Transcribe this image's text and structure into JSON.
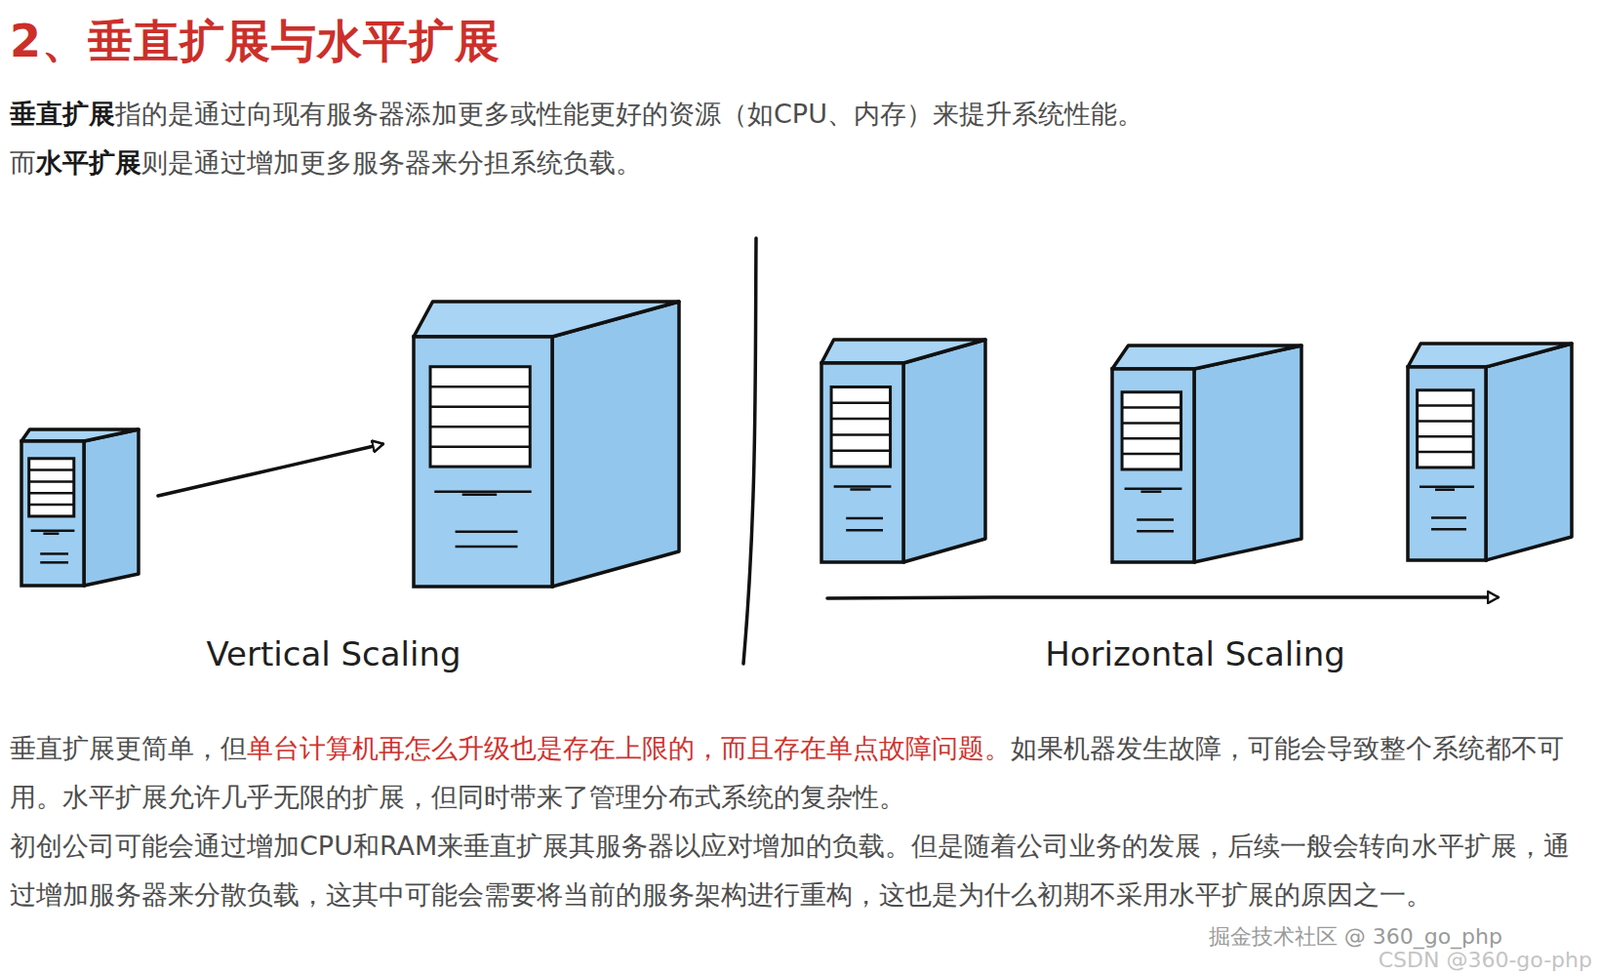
{
  "diagram": {
    "title": "2、垂直扩展与水平扩展",
    "labels": [
      "垂直扩展",
      "指的是通过向现有服务器添加更多或性能更好的资源（如CPU、内存）来提升系统性能。",
      "而",
      "水平扩展",
      "则是通过增加更多服务器来分担系统负载。",
      "Vertical Scaling",
      "Horizontal Scaling",
      "垂直扩展更简单，但",
      "单台计算机再怎么升级也是存在上限的，而且存在单点故障问题。",
      "如果机器发生故障，可能会导致整个系统都不可用。水平扩展允许几乎无限的扩展，但同时带来了管理分布式系统的复杂性。",
      "初创公司可能会通过增加CPU和RAM来垂直扩展其服务器以应对增加的负载。但是随着公司业务的发展，后续一般会转向水平扩展，通过增加服务器来分散负载，这其中可能会需要将当前的服务架构进行重构，这也是为什么初期不采用水平扩展的原因之一。",
      "掘金技术社区 @ 360_go_php",
      "CSDN @360-go-php"
    ]
  }
}
